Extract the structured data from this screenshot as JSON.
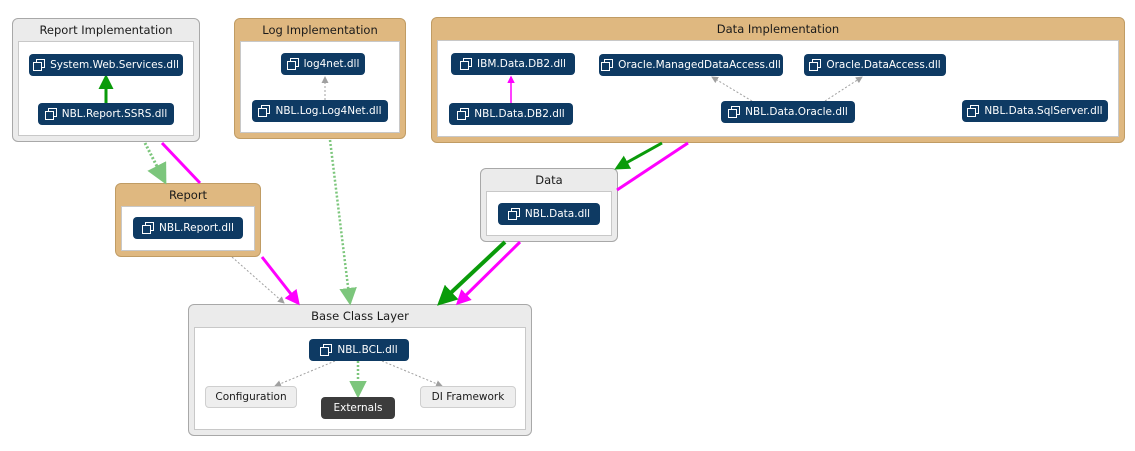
{
  "groups": {
    "report_impl": "Report Implementation",
    "log_impl": "Log Implementation",
    "data_impl": "Data Implementation",
    "report": "Report",
    "data": "Data",
    "bcl": "Base Class Layer"
  },
  "nodes": {
    "system_web_services": "System.Web.Services.dll",
    "nbl_report_ssrs": "NBL.Report.SSRS.dll",
    "log4net": "log4net.dll",
    "nbl_log_log4net": "NBL.Log.Log4Net.dll",
    "ibm_data_db2": "IBM.Data.DB2.dll",
    "nbl_data_db2": "NBL.Data.DB2.dll",
    "oracle_managed": "Oracle.ManagedDataAccess.dll",
    "oracle_dataaccess": "Oracle.DataAccess.dll",
    "nbl_data_oracle": "NBL.Data.Oracle.dll",
    "nbl_data_sqlserver": "NBL.Data.SqlServer.dll",
    "nbl_report": "NBL.Report.dll",
    "nbl_data": "NBL.Data.dll",
    "nbl_bcl": "NBL.BCL.dll",
    "configuration": "Configuration",
    "externals": "Externals",
    "di_framework": "DI Framework"
  },
  "colors": {
    "node_fill": "#0e3a63",
    "group_gray": "#ebebeb",
    "group_tan": "#dfb880",
    "edge_magenta": "#ff00ff",
    "edge_green": "#0a9b0a",
    "edge_light_green": "#7cc67c",
    "edge_gray": "#a0a0a0"
  },
  "icons": {
    "assembly": "stacked-document-icon"
  }
}
